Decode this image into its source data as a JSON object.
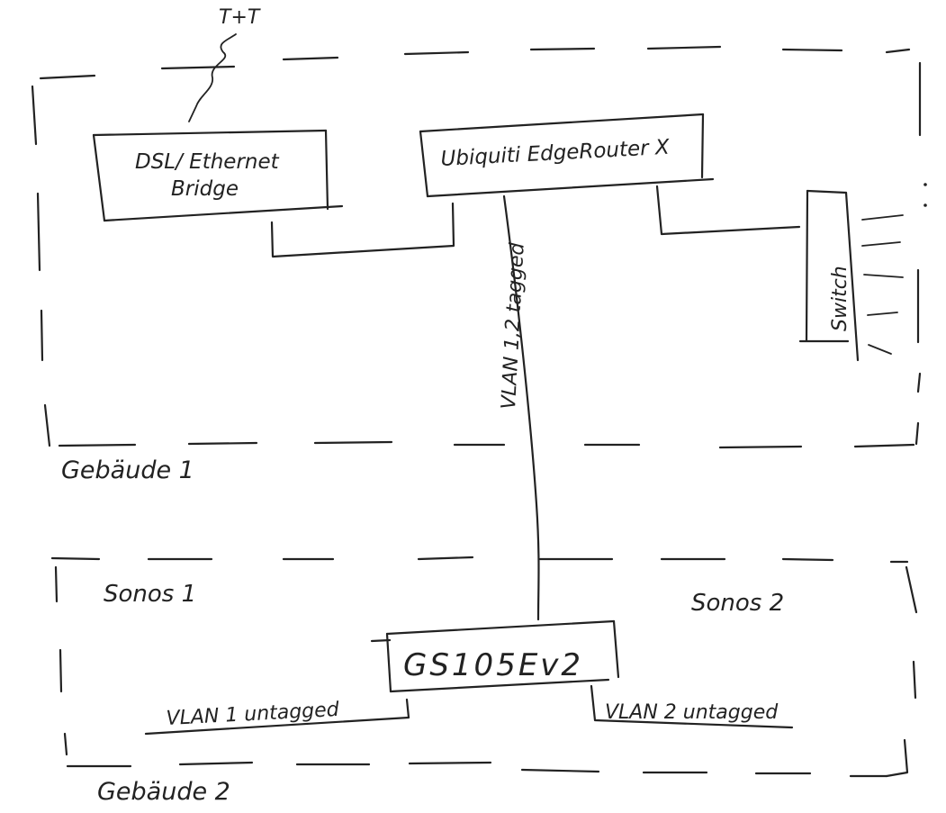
{
  "labels": {
    "uplink": "T+T",
    "dsl_bridge_line1": "DSL/ Ethernet",
    "dsl_bridge_line2": "Bridge",
    "router": "Ubiquiti EdgeRouter X",
    "switch": "Switch",
    "trunk_link": "VLAN 1,2 tagged",
    "building1": "Gebäude 1",
    "building2": "Gebäude 2",
    "sonos1": "Sonos 1",
    "sonos2": "Sonos 2",
    "gs105": "GS105Ev2",
    "vlan1_port": "VLAN 1 untagged",
    "vlan2_port": "VLAN 2 untagged"
  },
  "colors": {
    "ink": "#222222",
    "background": "#ffffff"
  }
}
